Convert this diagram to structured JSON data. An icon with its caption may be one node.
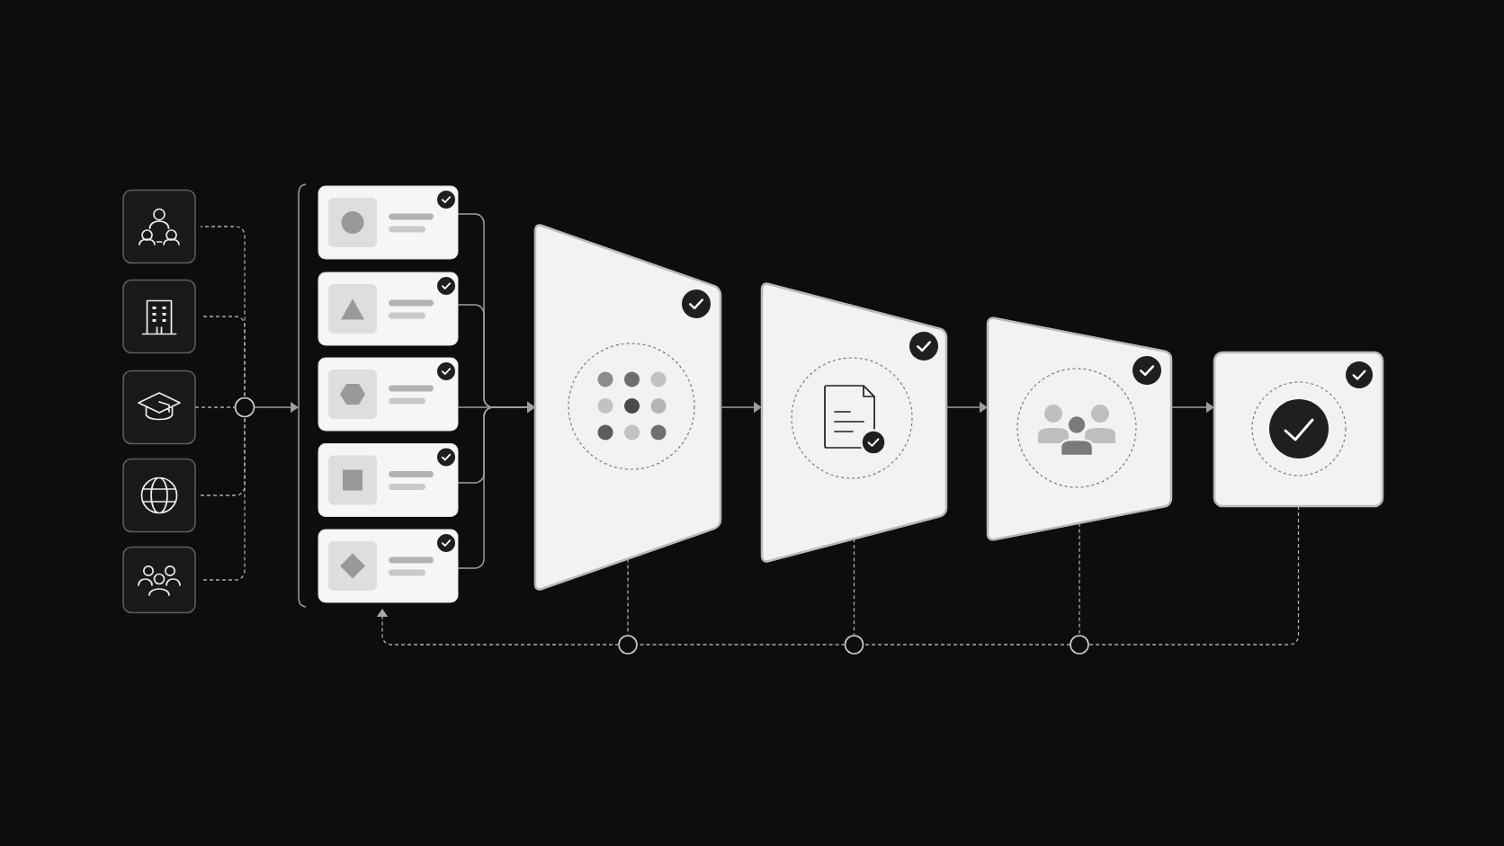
{
  "diagram": {
    "nodes": [
      {
        "text": [],
        "shape": "box"
      },
      {
        "text": [],
        "shape": "box"
      },
      {
        "text": [],
        "shape": "box"
      },
      {
        "text": [],
        "shape": "box"
      },
      {
        "text": [],
        "shape": "box"
      },
      {
        "text": [],
        "shape": "circle"
      },
      {
        "text": [],
        "shape": "bracket"
      },
      {
        "text": [],
        "shape": "box"
      },
      {
        "text": [],
        "shape": "box"
      },
      {
        "text": [],
        "shape": "box"
      },
      {
        "text": [],
        "shape": "box"
      },
      {
        "text": [],
        "shape": "box"
      },
      {
        "text": [],
        "shape": "trapezoid"
      },
      {
        "text": [],
        "shape": "trapezoid"
      },
      {
        "text": [],
        "shape": "trapezoid"
      },
      {
        "text": [],
        "shape": "box"
      },
      {
        "text": [],
        "shape": "circle"
      },
      {
        "text": [],
        "shape": "circle"
      },
      {
        "text": [],
        "shape": "circle"
      }
    ],
    "edges": [
      {
        "from": 0,
        "to": 5,
        "arrow": "none",
        "style": "dashed"
      },
      {
        "from": 1,
        "to": 5,
        "arrow": "none",
        "style": "dashed"
      },
      {
        "from": 2,
        "to": 5,
        "arrow": "none",
        "style": "dashed"
      },
      {
        "from": 3,
        "to": 5,
        "arrow": "none",
        "style": "dashed"
      },
      {
        "from": 4,
        "to": 5,
        "arrow": "none",
        "style": "dashed"
      },
      {
        "from": 5,
        "to": 6,
        "arrow": "to"
      },
      {
        "from": 7,
        "to": 12,
        "arrow": "to"
      },
      {
        "from": 8,
        "to": 12,
        "arrow": "to"
      },
      {
        "from": 9,
        "to": 12,
        "arrow": "to"
      },
      {
        "from": 10,
        "to": 12,
        "arrow": "to"
      },
      {
        "from": 11,
        "to": 12,
        "arrow": "to"
      },
      {
        "from": 12,
        "to": 13,
        "arrow": "to"
      },
      {
        "from": 13,
        "to": 14,
        "arrow": "to"
      },
      {
        "from": 14,
        "to": 15,
        "arrow": "to"
      },
      {
        "from": 12,
        "to": 16,
        "arrow": "none",
        "style": "dashed"
      },
      {
        "from": 13,
        "to": 17,
        "arrow": "none",
        "style": "dashed"
      },
      {
        "from": 14,
        "to": 18,
        "arrow": "none",
        "style": "dashed"
      },
      {
        "from": 15,
        "to": 18,
        "arrow": "none",
        "style": "dashed"
      },
      {
        "from": 18,
        "to": 17,
        "arrow": "none",
        "style": "dashed"
      },
      {
        "from": 17,
        "to": 16,
        "arrow": "none",
        "style": "dashed"
      },
      {
        "from": 16,
        "to": 11,
        "arrow": "to",
        "style": "dashed"
      }
    ]
  }
}
